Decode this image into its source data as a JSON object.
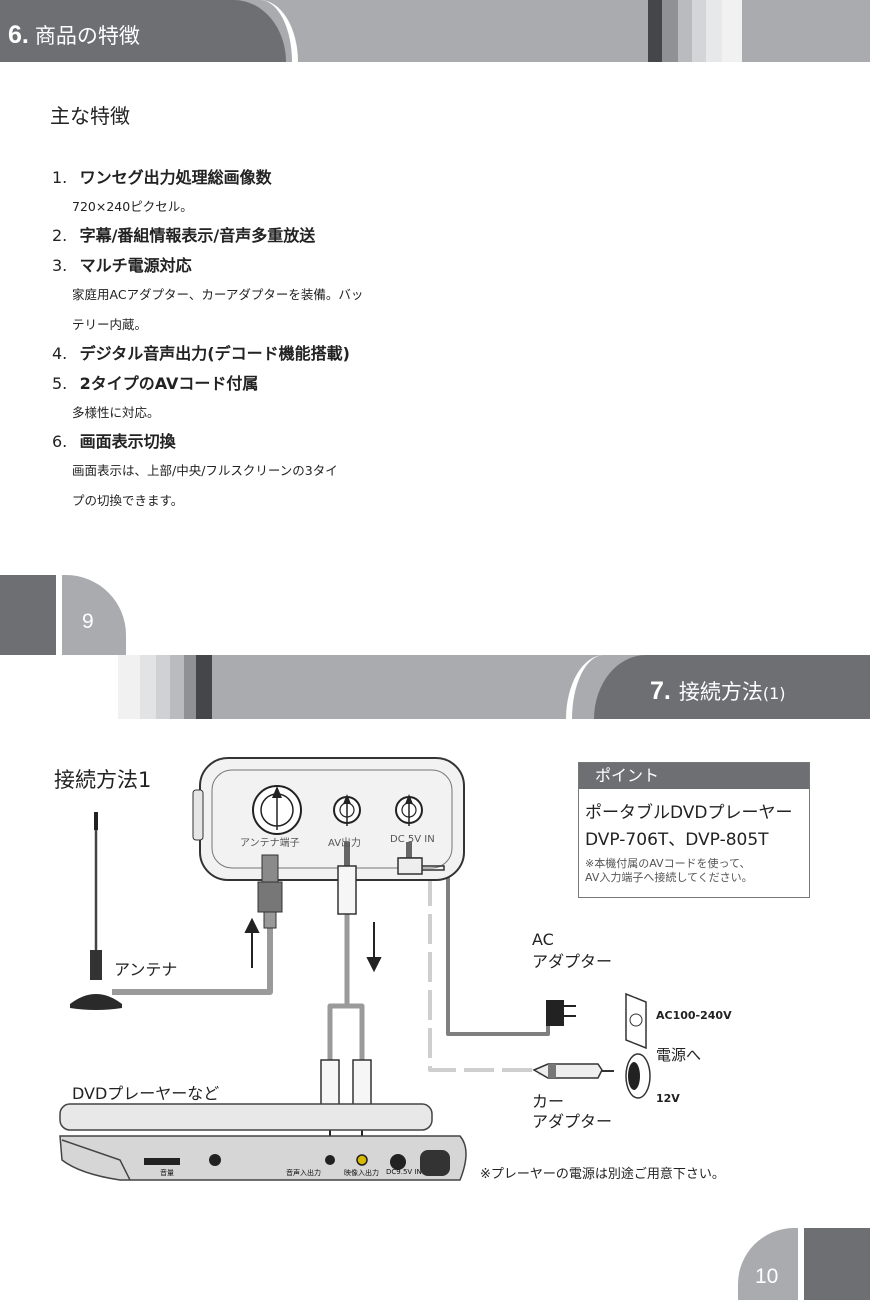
{
  "page9": {
    "header": {
      "num": "6.",
      "title": "商品の特徴"
    },
    "subtitle": "主な特徴",
    "features": [
      {
        "num": "1.",
        "title": "ワンセグ出力処理総画像数",
        "desc": [
          "720×240ピクセル。"
        ]
      },
      {
        "num": "2.",
        "title": "字幕/番組情報表示/音声多重放送",
        "desc": []
      },
      {
        "num": "3.",
        "title": "マルチ電源対応",
        "desc": [
          "家庭用ACアダプター、カーアダプターを装備。バッ",
          "テリー内蔵。"
        ]
      },
      {
        "num": "4.",
        "title": "デジタル音声出力(デコード機能搭載)",
        "desc": []
      },
      {
        "num": "5.",
        "title": "2タイプのAVコード付属",
        "desc": [
          "多様性に対応。"
        ]
      },
      {
        "num": "6.",
        "title": "画面表示切換",
        "desc": [
          "画面表示は、上部/中央/フルスクリーンの3タイ",
          "プの切換できます。"
        ]
      }
    ],
    "page_number": "9"
  },
  "page10": {
    "header": {
      "num": "7.",
      "title": "接続方法",
      "suffix": "(1)"
    },
    "section_title": "接続方法1",
    "point": {
      "header": "ポイント",
      "line1": "ポータブルDVDプレーヤー",
      "line2": "DVP-706T、DVP-805T",
      "note1": "※本機付属のAVコードを使って、",
      "note2": "AV入力端子へ接続してください。"
    },
    "device_ports": {
      "antenna": "アンテナ端子",
      "av": "AV出力",
      "dc": "DC 5V IN"
    },
    "labels": {
      "antenna": "アンテナ",
      "ac_adapter_1": "AC",
      "ac_adapter_2": "アダプター",
      "ac_voltage": "AC100-240V",
      "to_power": "電源へ",
      "car_adapter_1": "カー",
      "car_adapter_2": "アダプター",
      "car_voltage": "12V",
      "dvd_player": "DVDプレーヤーなど",
      "player_volume": "音量",
      "player_audio_in": "音声入出力",
      "player_video_in": "映像入出力",
      "player_dc": "DC9.5V IN",
      "note": "※プレーヤーの電源は別途ご用意下さい。"
    },
    "page_number": "10"
  }
}
